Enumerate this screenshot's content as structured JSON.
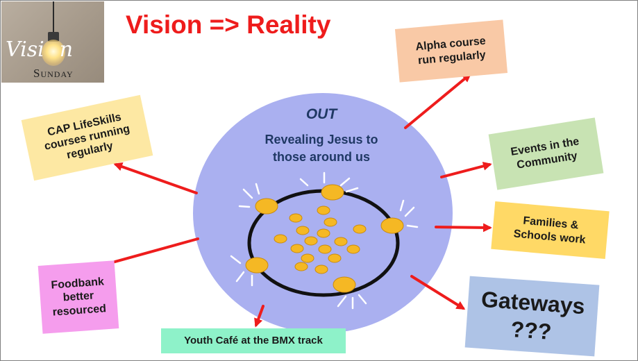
{
  "header": {
    "title": "Vision => Reality"
  },
  "logo": {
    "word_start": "Visi",
    "word_end": "n",
    "subtitle": "Sunday",
    "icon": "light-bulb-icon"
  },
  "center": {
    "heading": "OUT",
    "lines": [
      "Revealing Jesus to",
      "those around us"
    ],
    "icon": "people-circle-icon"
  },
  "boxes": {
    "alpha": [
      "Alpha course",
      "run regularly"
    ],
    "events": [
      "Events in the",
      "Community"
    ],
    "families": [
      "Families &",
      "Schools work"
    ],
    "gateways": [
      "Gateways",
      "???"
    ],
    "youth": [
      "Youth Café at the BMX track"
    ],
    "foodbank": [
      "Foodbank",
      "better",
      "resourced"
    ],
    "cap": [
      "CAP LifeSkills",
      "courses running",
      "regularly"
    ]
  },
  "colors": {
    "title": "#ee1c1c",
    "arrow": "#ee1c1c",
    "circle_fill": "#aab0f0",
    "circle_text": "#1f3864",
    "node_fill": "#f5b824",
    "alpha_box": "#f9c9a6",
    "events_box": "#c8e3b3",
    "families_box": "#ffd966",
    "gateways_box": "#aec3e6",
    "youth_box": "#8ef2c9",
    "foodbank_box": "#f59ded",
    "cap_box": "#fde8a3"
  }
}
